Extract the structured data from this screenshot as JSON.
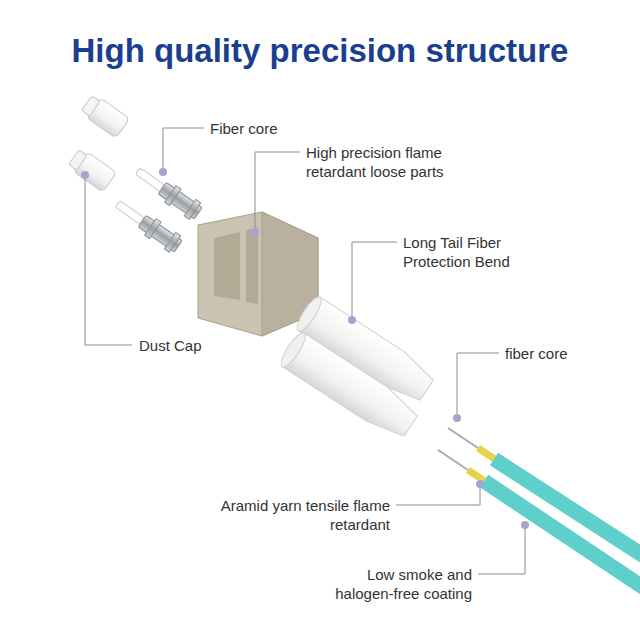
{
  "diagram": {
    "title": "High quality precision structure",
    "labels": [
      "Fiber core",
      "High precision flame retardant loose parts",
      "Long Tail Fiber Protection Bend",
      "Dust Cap",
      "fiber core",
      "Aramid yarn tensile flame retardant",
      "Low smoke and halogen-free coating"
    ]
  }
}
